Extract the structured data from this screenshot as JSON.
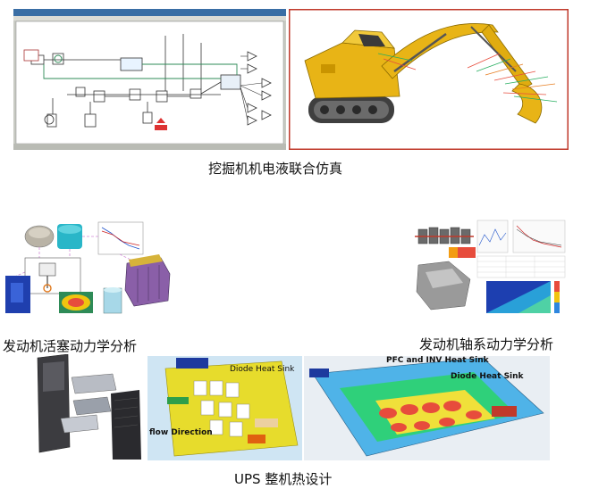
{
  "captions": {
    "excavator": "挖掘机机电液联合仿真",
    "piston": "发动机活塞动力学分析",
    "shaft": "发动机轴系动力学分析",
    "ups": "UPS 整机热设计"
  },
  "ups_labels": {
    "diode_left": "Diode Heat Sink",
    "flow": "flow Direction",
    "pfc": "PFC and INV Heat Sink",
    "diode_right": "Diode Heat Sink"
  },
  "colors": {
    "sim_background": "#c9cbc4",
    "excavator_border": "#c0392b",
    "excavator_body": "#e8b416",
    "track": "#4a4a4a",
    "ups_background": "#cfe5f3"
  }
}
